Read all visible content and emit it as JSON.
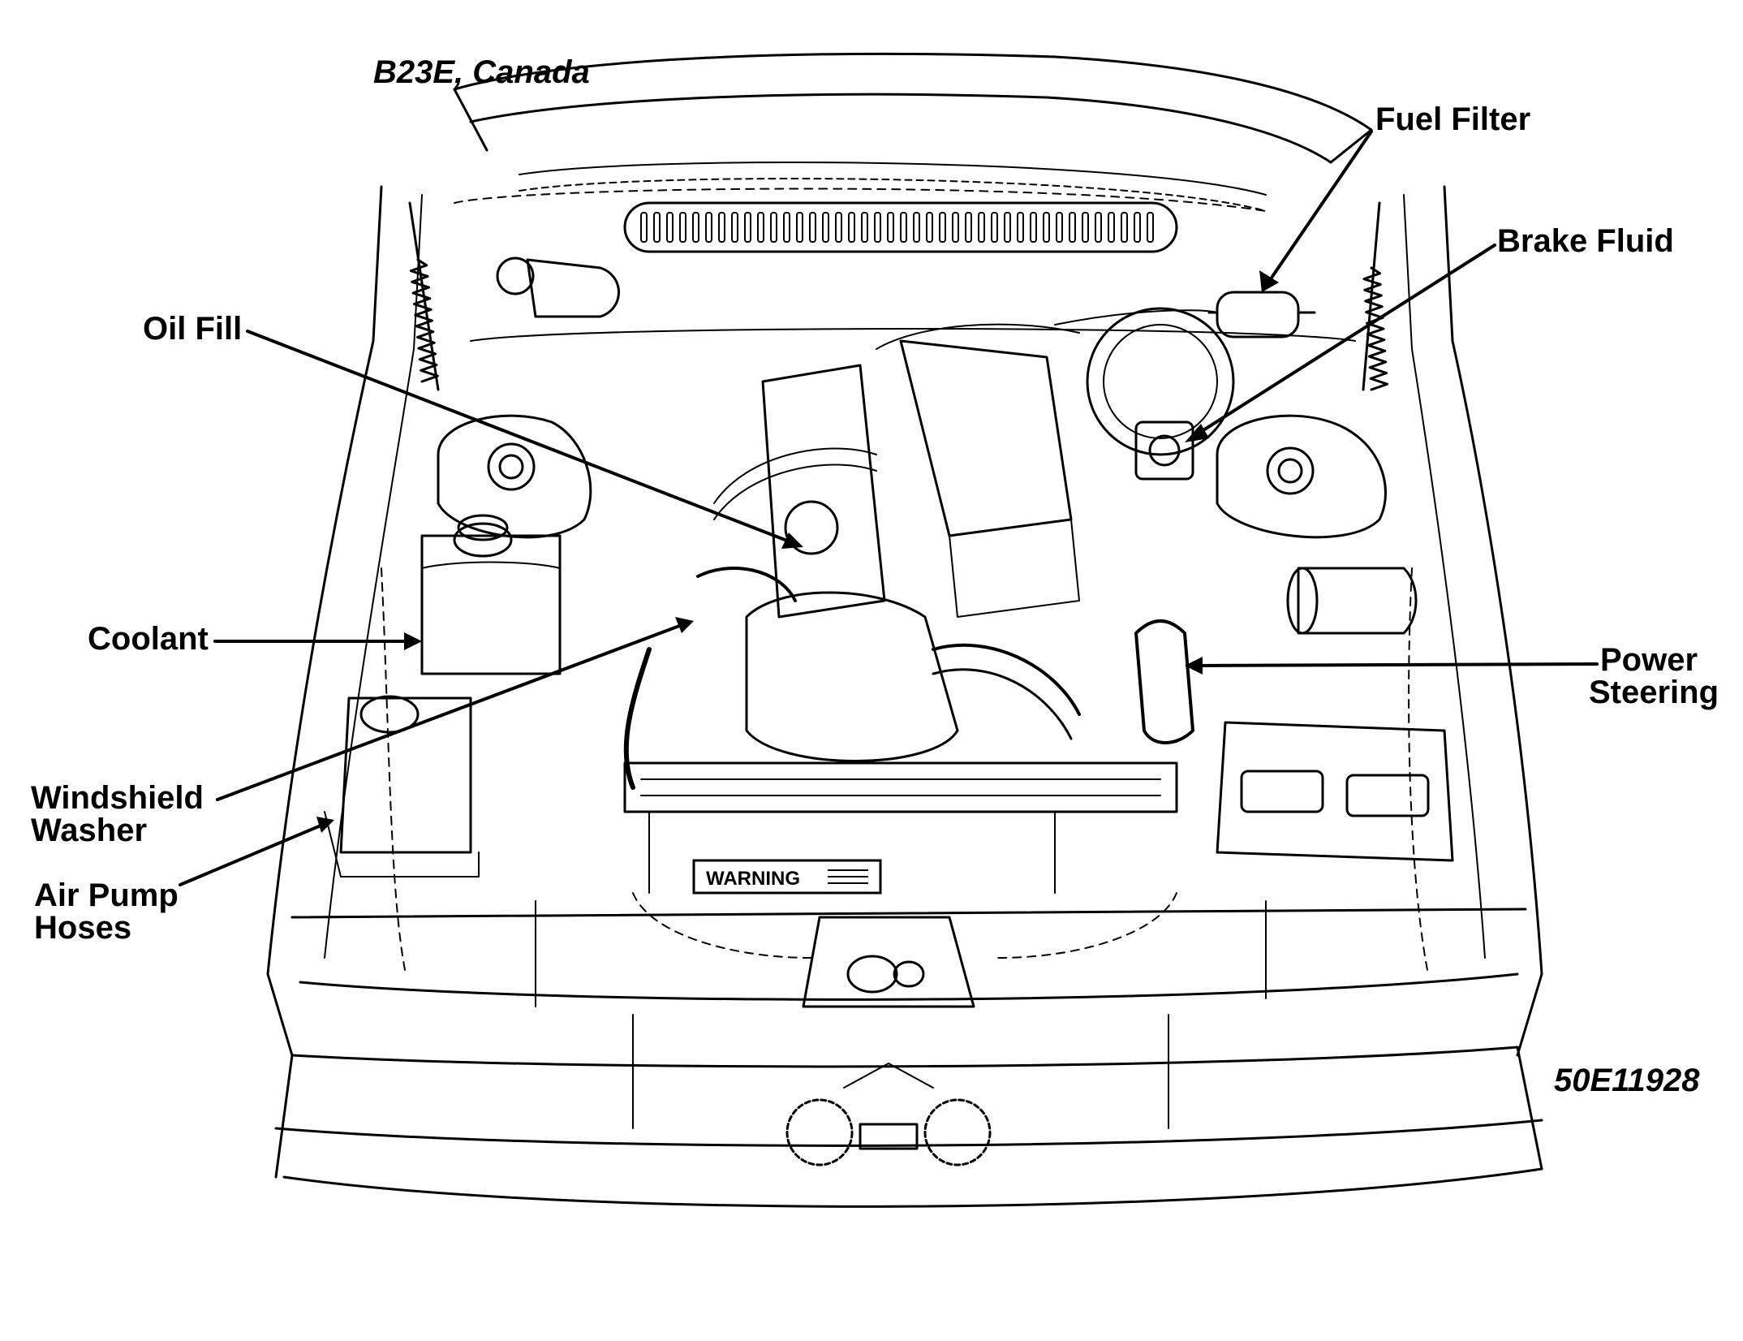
{
  "title": "B23E, Canada",
  "figure_id": "50E11928",
  "callouts": {
    "fuel_filter": "Fuel Filter",
    "brake_fluid": "Brake Fluid",
    "oil_fill": "Oil Fill",
    "coolant": "Coolant",
    "power_steering_line1": "Power",
    "power_steering_line2": "Steering",
    "windshield_washer_line1": "Windshield",
    "windshield_washer_line2": "Washer",
    "air_pump_hoses_line1": "Air Pump",
    "air_pump_hoses_line2": "Hoses"
  },
  "plate_text": "WARNING",
  "colors": {
    "ink": "#000000",
    "paper": "#ffffff"
  }
}
